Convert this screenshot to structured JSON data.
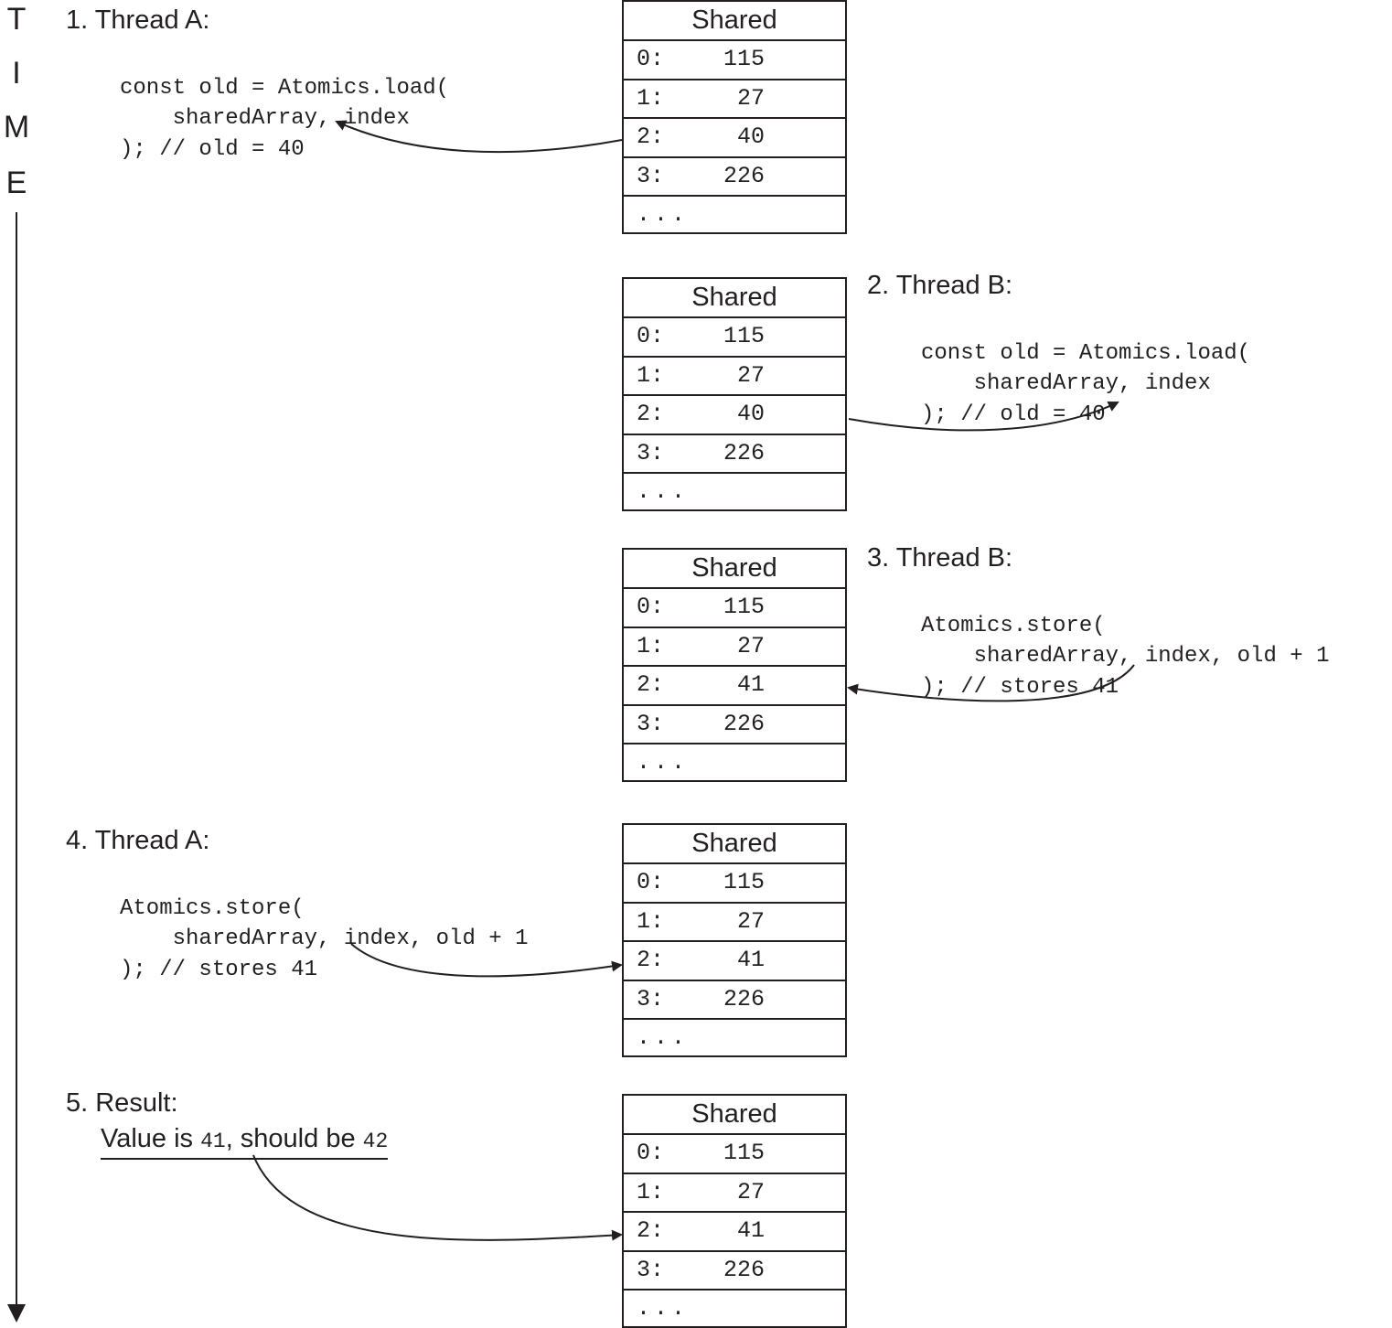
{
  "time_axis": {
    "letters": [
      "T",
      "I",
      "M",
      "E"
    ]
  },
  "table_header": "Shared",
  "steps": [
    {
      "title": "1. Thread A:",
      "code": [
        "const old = Atomics.load(",
        "    sharedArray, index",
        "); // old = 40"
      ],
      "rows": [
        {
          "index": "0:",
          "value": "115"
        },
        {
          "index": "1:",
          "value": "27"
        },
        {
          "index": "2:",
          "value": "40"
        },
        {
          "index": "3:",
          "value": "226"
        },
        {
          "ellipsis": "..."
        }
      ]
    },
    {
      "title": "2. Thread B:",
      "code": [
        "const old = Atomics.load(",
        "    sharedArray, index",
        "); // old = 40"
      ],
      "rows": [
        {
          "index": "0:",
          "value": "115"
        },
        {
          "index": "1:",
          "value": "27"
        },
        {
          "index": "2:",
          "value": "40"
        },
        {
          "index": "3:",
          "value": "226"
        },
        {
          "ellipsis": "..."
        }
      ]
    },
    {
      "title": "3. Thread B:",
      "code": [
        "Atomics.store(",
        "    sharedArray, index, old + 1",
        "); // stores 41"
      ],
      "rows": [
        {
          "index": "0:",
          "value": "115"
        },
        {
          "index": "1:",
          "value": "27"
        },
        {
          "index": "2:",
          "value": "41"
        },
        {
          "index": "3:",
          "value": "226"
        },
        {
          "ellipsis": "..."
        }
      ]
    },
    {
      "title": "4. Thread A:",
      "code": [
        "Atomics.store(",
        "    sharedArray, index, old + 1",
        "); // stores 41"
      ],
      "rows": [
        {
          "index": "0:",
          "value": "115"
        },
        {
          "index": "1:",
          "value": "27"
        },
        {
          "index": "2:",
          "value": "41"
        },
        {
          "index": "3:",
          "value": "226"
        },
        {
          "ellipsis": "..."
        }
      ]
    },
    {
      "title": "5. Result:",
      "result": {
        "text1": "Value is ",
        "value": "41",
        "text2": ", should be ",
        "expected": "42"
      },
      "rows": [
        {
          "index": "0:",
          "value": "115"
        },
        {
          "index": "1:",
          "value": "27"
        },
        {
          "index": "2:",
          "value": "41"
        },
        {
          "index": "3:",
          "value": "226"
        },
        {
          "ellipsis": "..."
        }
      ]
    }
  ]
}
